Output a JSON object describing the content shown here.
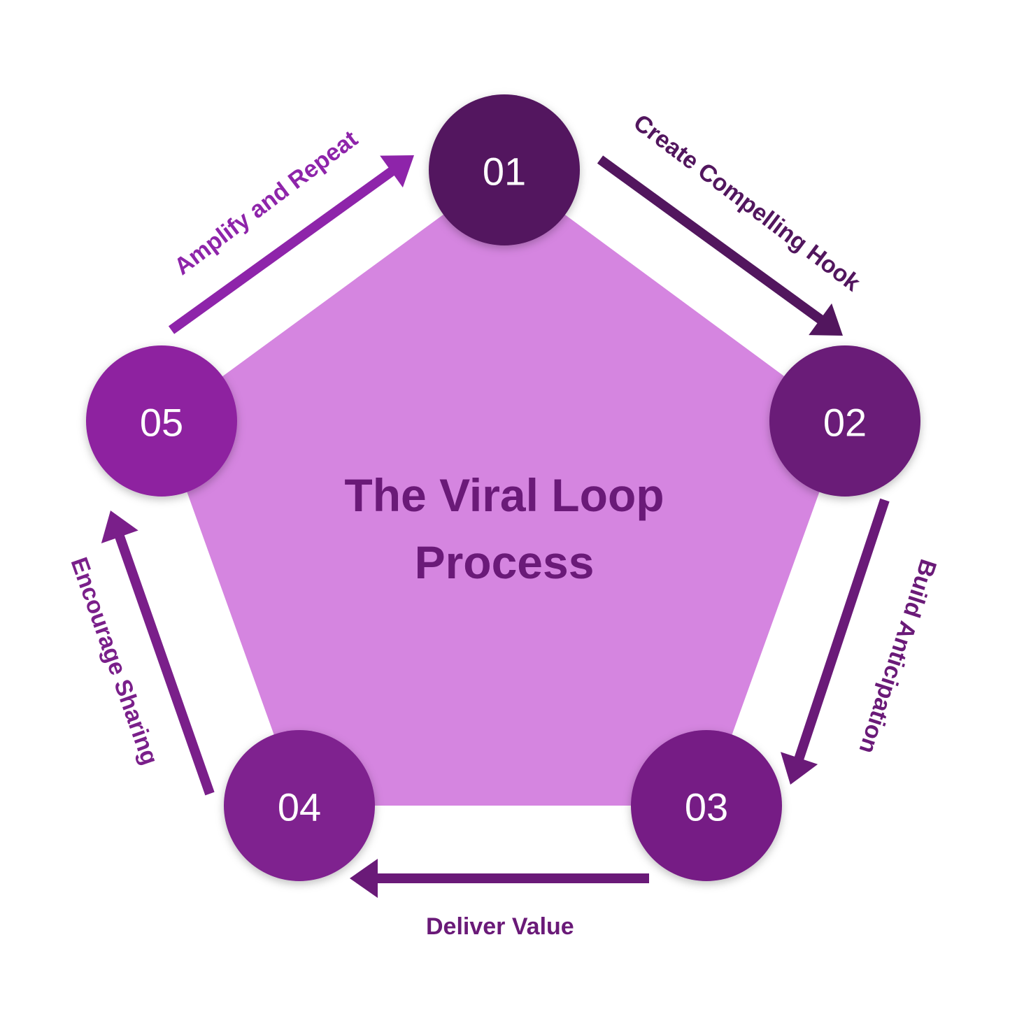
{
  "title": {
    "line1": "The Viral Loop",
    "line2": "Process",
    "color": "#6a1a78"
  },
  "pentagon_color": "#d585e0",
  "steps": [
    {
      "number": "01",
      "label": "Create Compelling Hook",
      "color": "#52165e",
      "arrow_color": "#52165e"
    },
    {
      "number": "02",
      "label": "Build Anticipation",
      "color": "#6a1a78",
      "arrow_color": "#6a1a78"
    },
    {
      "number": "03",
      "label": "Deliver Value",
      "color": "#761e85",
      "arrow_color": "#6a1a78"
    },
    {
      "number": "04",
      "label": "Encourage Sharing",
      "color": "#7f208f",
      "arrow_color": "#7a1f8a"
    },
    {
      "number": "05",
      "label": "Amplify and Repeat",
      "color": "#8e24a0",
      "arrow_color": "#8e24aa"
    }
  ]
}
